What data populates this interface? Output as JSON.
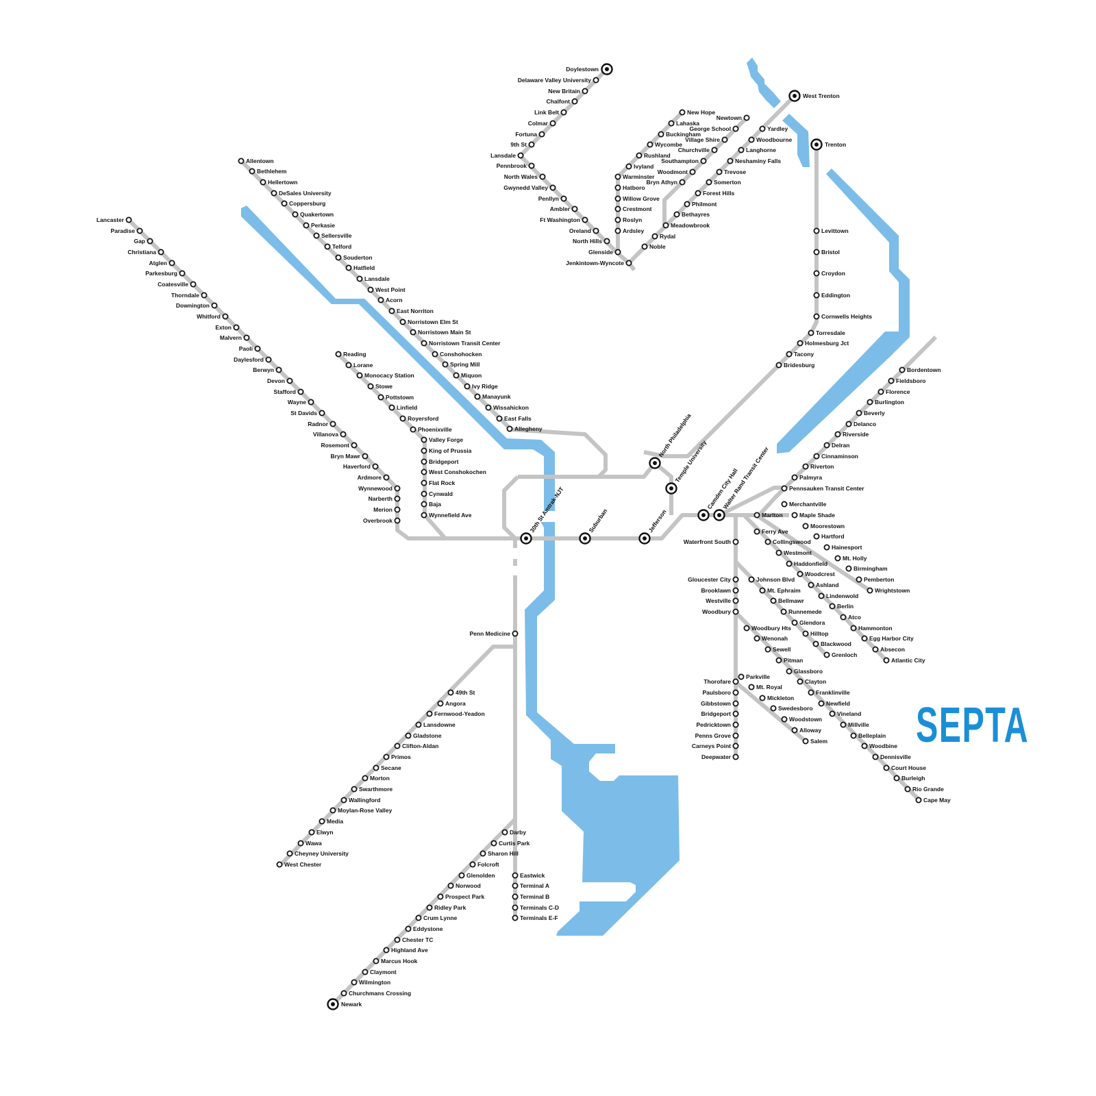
{
  "map": {
    "logo": "SEPTA",
    "colors": {
      "line": "#c4c4c4",
      "water": "#7bbde8",
      "station_stroke": "#111111",
      "station_fill": "#ffffff",
      "logo": "#1b8fd6"
    }
  },
  "stations": {
    "doylestown": "Doylestown",
    "delaware_valley_university": "Delaware Valley University",
    "new_britain": "New Britain",
    "chalfont": "Chalfont",
    "link_belt": "Link Belt",
    "colmar": "Colmar",
    "fortuna": "Fortuna",
    "ninth_st": "9th St",
    "lansdale_dv": "Lansdale",
    "pennbrook": "Pennbrook",
    "north_wales": "North Wales",
    "gwynedd_valley": "Gwynedd Valley",
    "penllyn": "Penllyn",
    "ambler": "Ambler",
    "ft_washington": "Ft Washington",
    "oreland": "Oreland",
    "north_hills": "North Hills",
    "glenside": "Glenside",
    "jenkintown": "Jenkintown-Wyncote",
    "warminster": "Warminster",
    "hatboro": "Hatboro",
    "willow_grove": "Willow Grove",
    "crestmont": "Crestmont",
    "roslyn": "Roslyn",
    "ardsley": "Ardsley",
    "new_hope": "New Hope",
    "lahaska": "Lahaska",
    "buckingham": "Buckingham",
    "wycombe": "Wycombe",
    "rushland": "Rushland",
    "ivyland": "Ivyland",
    "newtown": "Newtown",
    "george_school": "George School",
    "village_shire": "Village Shire",
    "churchville": "Churchville",
    "southampton": "Southampton",
    "woodmont": "Woodmont",
    "bryn_athyn": "Bryn Athyn",
    "yardley": "Yardley",
    "woodbourne": "Woodbourne",
    "langhorne": "Langhorne",
    "neshaminy_falls": "Neshaminy Falls",
    "trevose": "Trevose",
    "somerton": "Somerton",
    "forest_hills": "Forest Hills",
    "philmont": "Philmont",
    "bethayres": "Bethayres",
    "meadowbrook": "Meadowbrook",
    "rydal": "Rydal",
    "noble": "Noble",
    "west_trenton": "West Trenton",
    "trenton": "Trenton",
    "levittown": "Levittown",
    "bristol": "Bristol",
    "croydon": "Croydon",
    "eddington": "Eddington",
    "cornwells_heights": "Cornwells Heights",
    "torresdale": "Torresdale",
    "holmesburg_jct": "Holmesburg Jct",
    "tacony": "Tacony",
    "bridesburg": "Bridesburg",
    "allentown": "Allentown",
    "bethlehem": "Bethlehem",
    "hellertown": "Hellertown",
    "desales_university": "DeSales University",
    "coppersburg": "Coppersburg",
    "quakertown": "Quakertown",
    "perkasie": "Perkasie",
    "sellersville": "Sellersville",
    "telford": "Telford",
    "souderton": "Souderton",
    "hatfield": "Hatfield",
    "lansdale_nor": "Lansdale",
    "west_point": "West Point",
    "acorn": "Acorn",
    "east_norriton": "East Norriton",
    "norristown_elm": "Norristown Elm St",
    "norristown_main": "Norristown Main St",
    "norristown_tc": "Norristown Transit Center",
    "conshohocken": "Conshohocken",
    "spring_mill": "Spring Mill",
    "miquon": "Miquon",
    "ivy_ridge": "Ivy Ridge",
    "manayunk": "Manayunk",
    "wissahickon": "Wissahickon",
    "east_falls": "East Falls",
    "allegheny": "Allegheny",
    "lancaster": "Lancaster",
    "paradise": "Paradise",
    "gap": "Gap",
    "christiana": "Christiana",
    "atglen": "Atglen",
    "parkesburg": "Parkesburg",
    "coatesville": "Coatesville",
    "thorndale": "Thorndale",
    "downington": "Downington",
    "whitford": "Whitford",
    "exton": "Exton",
    "malvern": "Malvern",
    "paoli": "Paoli",
    "daylesford": "Daylesford",
    "berwyn": "Berwyn",
    "devon": "Devon",
    "stafford": "Stafford",
    "wayne": "Wayne",
    "st_davids": "St Davids",
    "radnor": "Radnor",
    "villanova": "Villanova",
    "rosemont": "Rosemont",
    "bryn_mawr": "Bryn Mawr",
    "haverford": "Haverford",
    "ardmore": "Ardmore",
    "wynnewood": "Wynnewood",
    "narberth": "Narberth",
    "merion": "Merion",
    "overbrook": "Overbrook",
    "reading": "Reading",
    "lorane": "Lorane",
    "monocacy": "Monocacy Station",
    "stowe": "Stowe",
    "pottstown": "Pottstown",
    "linfield": "Linfield",
    "royersford": "Royersford",
    "phoenixville": "Phoenixville",
    "valley_forge": "Valley Forge",
    "king_of_prussia": "King of Prussia",
    "bridgeport_pa": "Bridgeport",
    "west_conshohocken": "West Conshokochen",
    "flat_rock": "Flat Rock",
    "cynwald": "Cynwald",
    "baja": "Baja",
    "wynnefield": "Wynnefield Ave",
    "north_philadelphia": "North Philadelphia",
    "temple": "Temple University",
    "thirtieth": "30th St Amtrak-NJT",
    "suburban": "Suburban",
    "jefferson": "Jefferson",
    "camden_city_hall": "Camden City Hall",
    "walter_rand": "Walter Rand Transit Center",
    "penn_medicine": "Penn Medicine",
    "forty_ninth": "49th St",
    "angora": "Angora",
    "fernwood": "Fernwood-Yeadon",
    "lansdowne": "Lansdowne",
    "gladstone": "Gladstone",
    "clifton": "Clifton-Aldan",
    "primos": "Primos",
    "secane": "Secane",
    "morton": "Morton",
    "swarthmore": "Swarthmore",
    "wallingford": "Wallingford",
    "moylan": "Moylan-Rose Valley",
    "media": "Media",
    "elwyn": "Elwyn",
    "wawa": "Wawa",
    "cheyney": "Cheyney University",
    "west_chester": "West Chester",
    "darby": "Darby",
    "curtis_park": "Curtis Park",
    "sharon_hill": "Sharon Hill",
    "folcroft": "Folcroft",
    "glenolden": "Glenolden",
    "norwood": "Norwood",
    "prospect_park": "Prospect Park",
    "ridley_park": "Ridley Park",
    "crum_lynne": "Crum Lynne",
    "eddystone": "Eddystone",
    "chester_tc": "Chester TC",
    "highland_ave": "Highland Ave",
    "marcus_hook": "Marcus Hook",
    "claymont": "Claymont",
    "wilmington": "Wilmington",
    "churchmans_crossing": "Churchmans Crossing",
    "newark": "Newark",
    "eastwick": "Eastwick",
    "terminal_a": "Terminal A",
    "terminal_b": "Terminal B",
    "terminals_cd": "Terminals C-D",
    "terminals_ef": "Terminals E-F",
    "bordentown": "Bordentown",
    "fieldsboro": "Fieldsboro",
    "florence": "Florence",
    "burlington": "Burlington",
    "beverly": "Beverly",
    "delanco": "Delanco",
    "riverside": "Riverside",
    "delran": "Delran",
    "cinnaminson": "Cinnaminson",
    "riverton": "Riverton",
    "palmyra": "Palmyra",
    "pennsauken": "Pennsauken Transit Center",
    "merchantville": "Merchantville",
    "maple_shade": "Maple Shade",
    "moorestown": "Moorestown",
    "hartford": "Hartford",
    "hainesport": "Hainesport",
    "mt_holly": "Mt. Holly",
    "birmingham": "Birmingham",
    "pemberton": "Pemberton",
    "wrightstown": "Wrightstown",
    "marlton": "Marlton",
    "ferry_ave": "Ferry Ave",
    "collingswood": "Collingswood",
    "westmont": "Westmont",
    "haddonfield": "Haddonfield",
    "woodcrest": "Woodcrest",
    "ashland": "Ashland",
    "lindenwold": "Lindenwold",
    "berlin": "Berlin",
    "atco": "Atco",
    "hammonton": "Hammonton",
    "egg_harbor": "Egg Harbor City",
    "absecon": "Absecon",
    "atlantic_city": "Atlantic City",
    "johnson_blvd": "Johnson Blvd",
    "mt_ephraim": "Mt. Ephraim",
    "bellmawr": "Bellmawr",
    "runnemede": "Runnemede",
    "glendora": "Glendora",
    "hilltop": "Hilltop",
    "blackwood": "Blackwood",
    "grenloch": "Grenloch",
    "waterfront_south": "Waterfront South",
    "gloucester_city": "Gloucester City",
    "brooklawn": "Brooklawn",
    "westville": "Westville",
    "woodbury": "Woodbury",
    "thorofare": "Thorofare",
    "paulsboro": "Paulsboro",
    "gibbstown": "Gibbstown",
    "bridgeport_nj": "Bridgeport",
    "pedricktown": "Pedricktown",
    "penns_grove": "Penns Grove",
    "carneys_point": "Carneys Point",
    "deepwater": "Deepwater",
    "woodbury_hts": "Woodbury Hts",
    "wenonah": "Wenonah",
    "sewell": "Sewell",
    "pitman": "Pitman",
    "glassboro": "Glassboro",
    "clayton": "Clayton",
    "franklinville": "Franklinville",
    "newfield": "Newfield",
    "vineland": "Vineland",
    "millville": "Millville",
    "belleplain": "Belleplain",
    "woodbine": "Woodbine",
    "dennisville": "Dennisville",
    "court_house": "Court House",
    "burleigh": "Burleigh",
    "rio_grande": "Rio Grande",
    "cape_may": "Cape May",
    "parkville": "Parkville",
    "mt_royal": "Mt. Royal",
    "mickleton": "Mickleton",
    "swedesboro": "Swedesboro",
    "woodstown": "Woodstown",
    "alloway": "Alloway",
    "salem": "Salem"
  }
}
